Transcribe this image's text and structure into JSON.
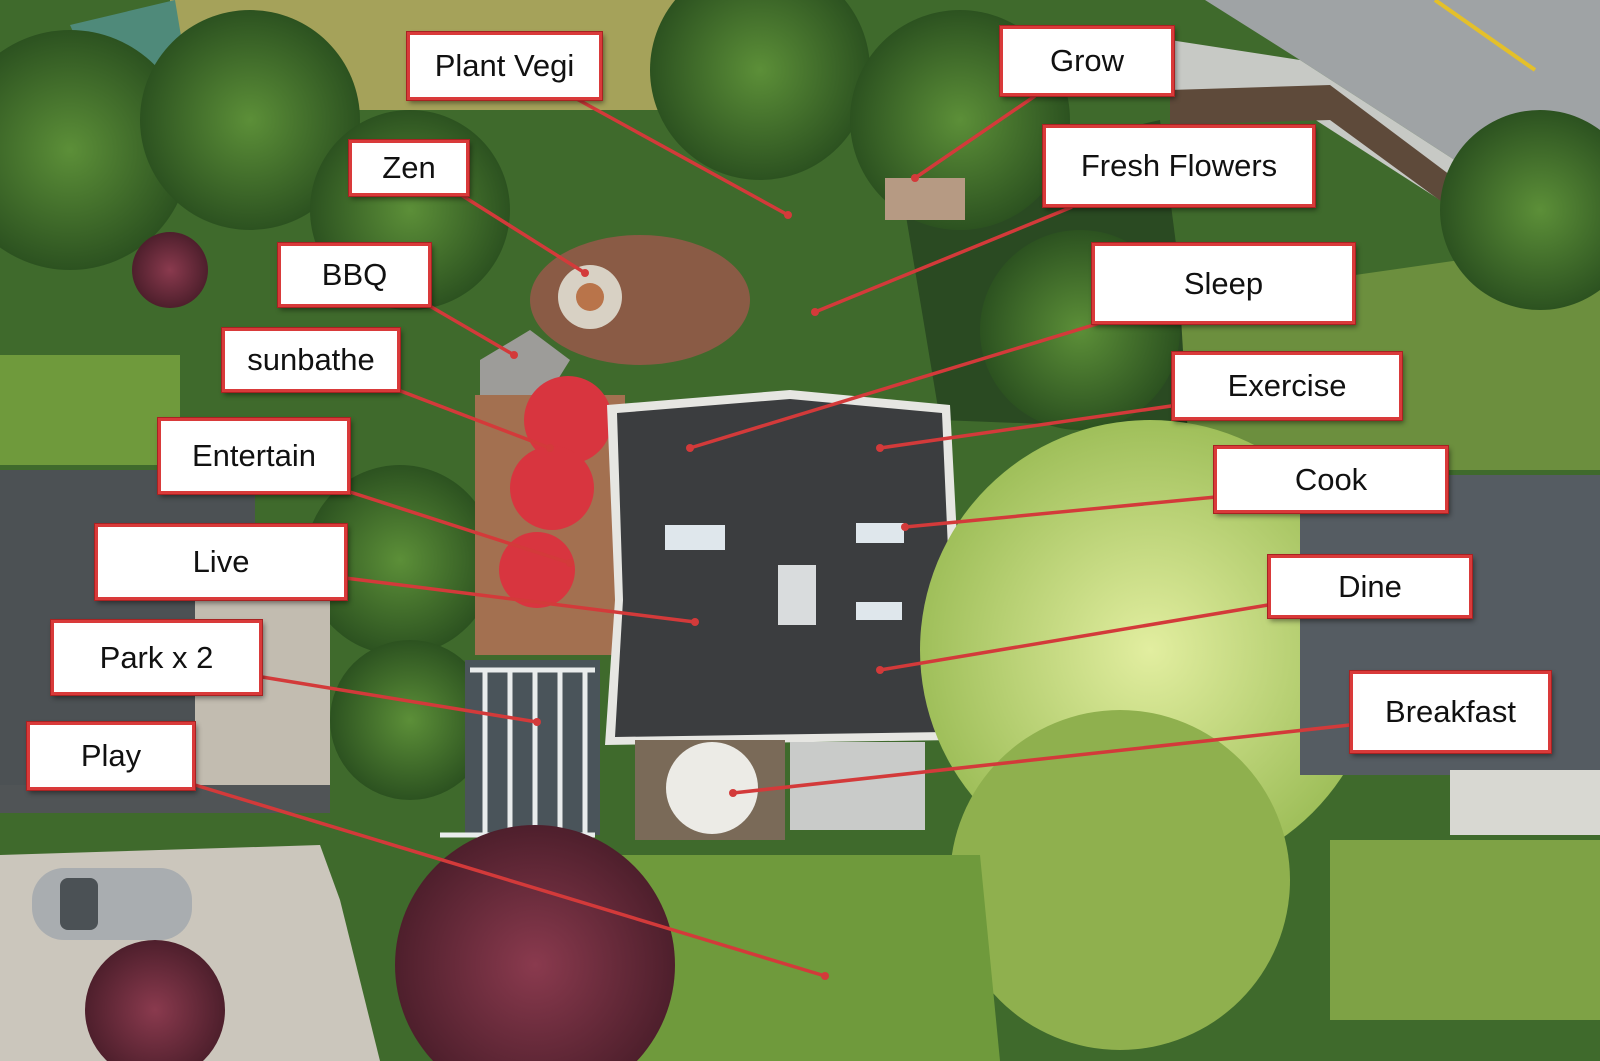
{
  "labels": {
    "plant_vegi": "Plant Vegi",
    "grow": "Grow",
    "zen": "Zen",
    "fresh_flowers": "Fresh Flowers",
    "bbq": "BBQ",
    "sleep": "Sleep",
    "sunbathe": "sunbathe",
    "exercise": "Exercise",
    "entertain": "Entertain",
    "cook": "Cook",
    "live": "Live",
    "dine": "Dine",
    "park": "Park x 2",
    "breakfast": "Breakfast",
    "play": "Play"
  },
  "colors": {
    "label_border": "#d93a3a",
    "leader_line": "#d33a3a",
    "roof": "#3b3d3f",
    "foliage": "#3f6a2c",
    "umbrella": "#d8353f",
    "lawn": "#6f9a3c"
  }
}
